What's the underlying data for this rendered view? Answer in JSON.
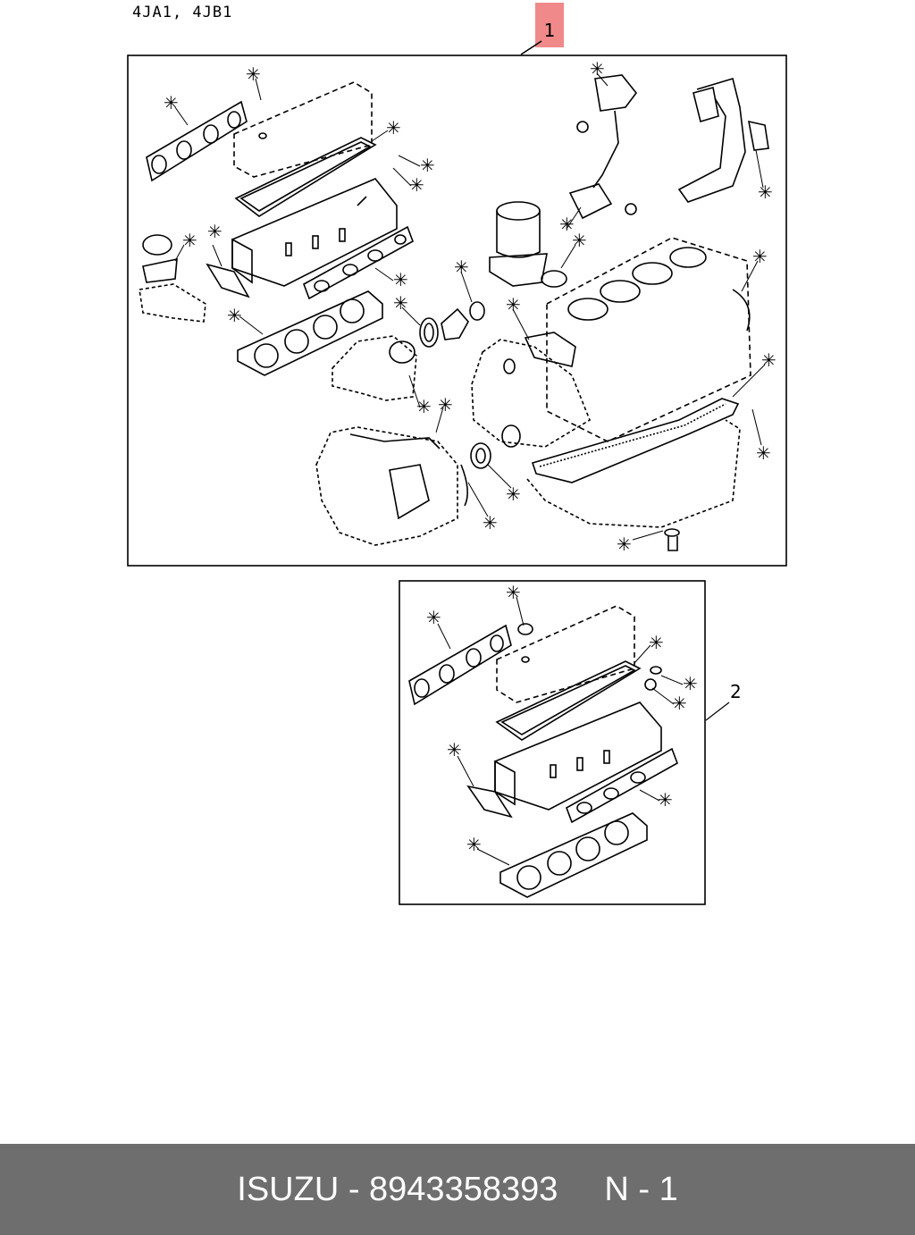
{
  "model_label": "4JA1, 4JB1",
  "callouts": {
    "kit_full": "1",
    "kit_head": "2"
  },
  "part_marker": "*",
  "footer": {
    "brand_part": "ISUZU - 8943358393",
    "reference": "N - 1"
  },
  "colors": {
    "highlight": "#f08a8a",
    "footer_bg": "#6e6e6e",
    "footer_text": "#ffffff"
  }
}
